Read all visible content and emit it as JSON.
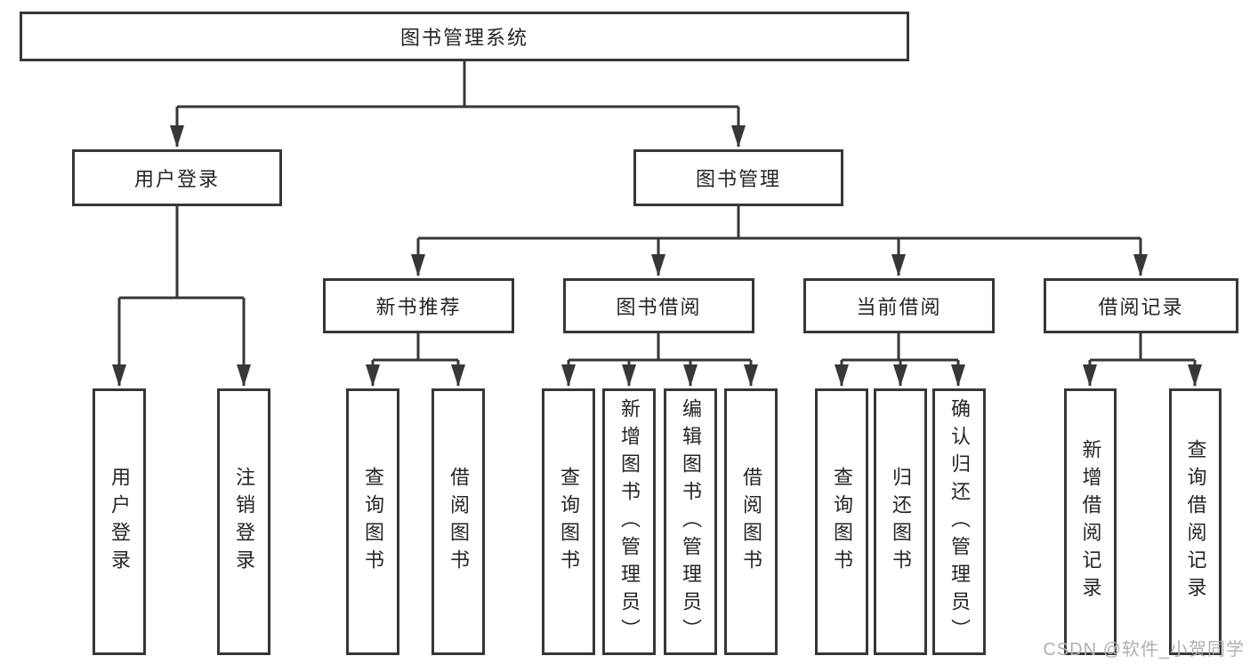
{
  "colors": {
    "line": "#373737",
    "box_border": "#373737",
    "text": "#252525",
    "watermark": "#b0b0b0",
    "background": "#ffffff"
  },
  "watermark": {
    "text": "CSDN @软件_小贺同学"
  },
  "tree": {
    "label": "图书管理系统",
    "children": [
      {
        "label": "用户登录",
        "children": [
          {
            "label": "用户登录"
          },
          {
            "label": "注销登录"
          }
        ]
      },
      {
        "label": "图书管理",
        "children": [
          {
            "label": "新书推荐",
            "children": [
              {
                "label": "查询图书"
              },
              {
                "label": "借阅图书"
              }
            ]
          },
          {
            "label": "图书借阅",
            "children": [
              {
                "label": "查询图书"
              },
              {
                "label": "新增图书（管理员）"
              },
              {
                "label": "编辑图书（管理员）"
              },
              {
                "label": "借阅图书"
              }
            ]
          },
          {
            "label": "当前借阅",
            "children": [
              {
                "label": "查询图书"
              },
              {
                "label": "归还图书"
              },
              {
                "label": "确认归还（管理员）"
              }
            ]
          },
          {
            "label": "借阅记录",
            "children": [
              {
                "label": "新增借阅记录"
              },
              {
                "label": "查询借阅记录"
              }
            ]
          }
        ]
      }
    ]
  }
}
